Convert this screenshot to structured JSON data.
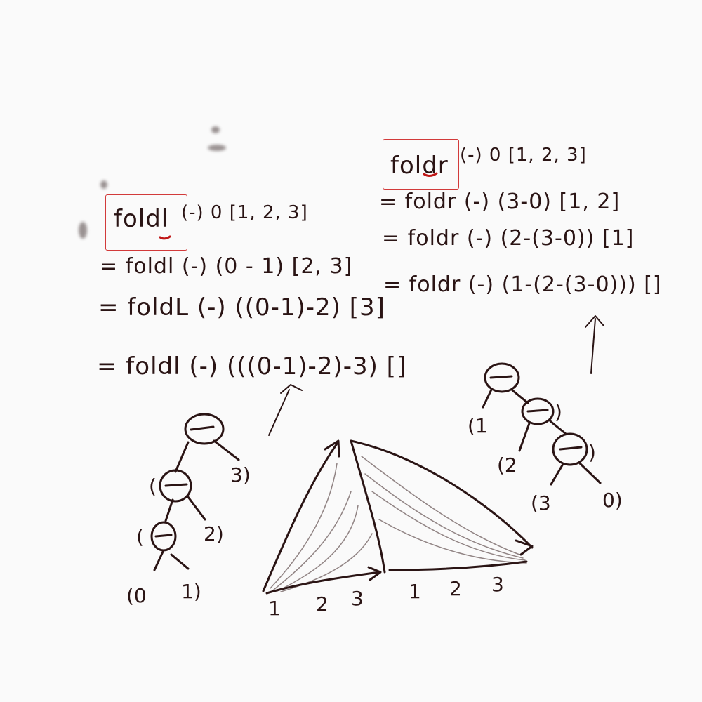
{
  "foldl": {
    "header_keyword": "foldl",
    "header_rest": "(-) 0 [1, 2, 3]",
    "steps": [
      "= foldl (-) (0 - 1) [2, 3]",
      "= foldL (-) ((0-1)-2) [3]",
      "= foldl (-) (((0-1)-2)-3) []"
    ],
    "tree": {
      "root_op": "−",
      "mid_op": "−",
      "leaf_op": "−",
      "labels": [
        "3)",
        "(",
        "2)",
        "(",
        "(0",
        "1)"
      ]
    }
  },
  "foldr": {
    "header_keyword": "foldr",
    "header_rest": "(-) 0 [1, 2, 3]",
    "steps": [
      "= foldr (-) (3-0) [1, 2]",
      "= foldr (-)  (2-(3-0)) [1]",
      "= foldr (-)  (1-(2-(3-0))) []"
    ],
    "tree": {
      "root_op": "−",
      "mid_op": "−",
      "leaf_op": "−",
      "labels": [
        "(1",
        "(2",
        ")",
        "(3",
        "0)",
        ")"
      ]
    }
  },
  "sequence_left": [
    "1",
    "2",
    "3"
  ],
  "sequence_right": [
    "1",
    "2",
    "3"
  ],
  "colors": {
    "ink": "#2a1414",
    "highlight": "#d23a3a",
    "background": "#fafafa"
  }
}
